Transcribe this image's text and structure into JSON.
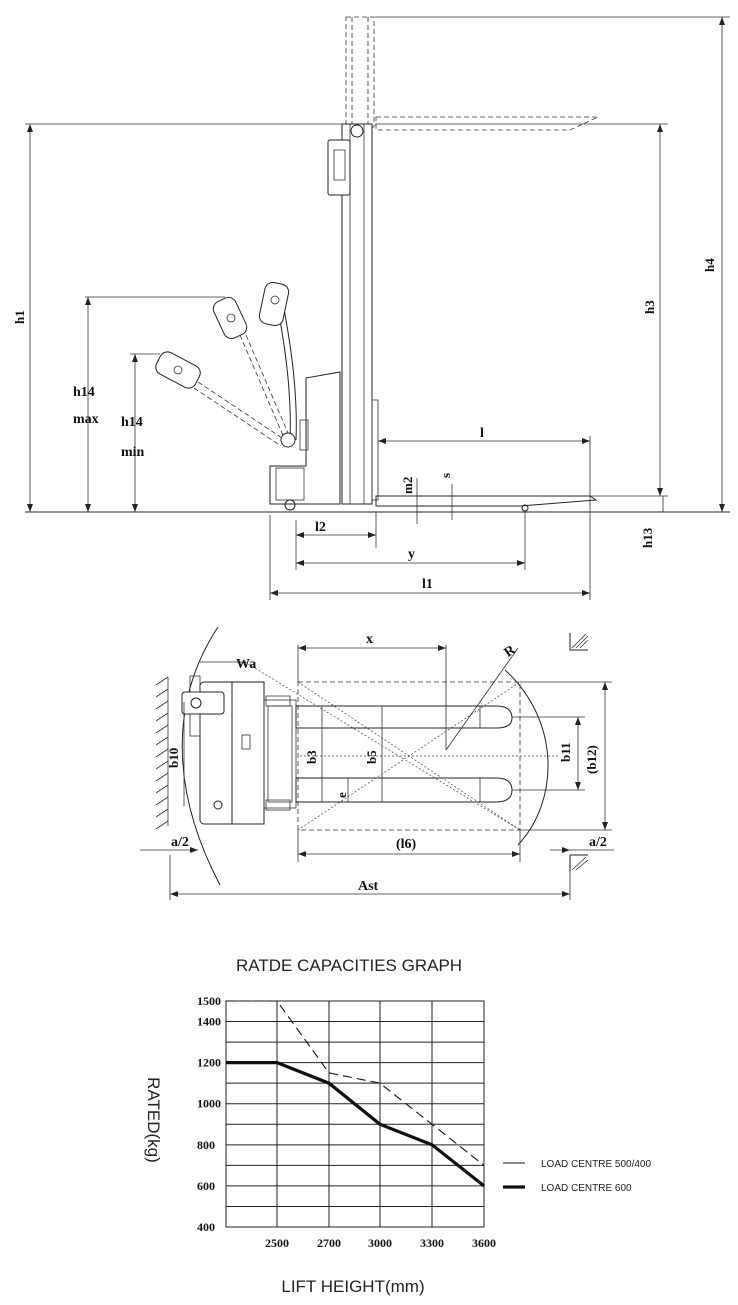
{
  "side_view": {
    "labels": {
      "h1": "h1",
      "h3": "h3",
      "h4": "h4",
      "h13": "h13",
      "h14_max_a": "h14",
      "h14_max_b": "max",
      "h14_min_a": "h14",
      "h14_min_b": "min",
      "l": "l",
      "l1": "l1",
      "l2": "l2",
      "y": "y",
      "m2": "m2",
      "s": "s"
    }
  },
  "top_view": {
    "labels": {
      "wa": "Wa",
      "x": "x",
      "r": "R",
      "b3": "b3",
      "b5": "b5",
      "b10": "b10",
      "b11": "b11",
      "b12": "(b12)",
      "e": "e",
      "l6": "(l6)",
      "a2_left": "a/2",
      "a2_right": "a/2",
      "ast": "Ast"
    }
  },
  "chart_data": {
    "type": "line",
    "title": "RATDE CAPACITIES GRAPH",
    "xlabel": "LIFT HEIGHT(mm)",
    "ylabel": "RATED(kg)",
    "x_ticks": [
      "2500",
      "2700",
      "3000",
      "3300",
      "3600"
    ],
    "y_ticks": [
      "1500",
      "1400",
      "1200",
      "1000",
      "800",
      "600",
      "400"
    ],
    "xlim": [
      2200,
      3600
    ],
    "ylim": [
      400,
      1500
    ],
    "series": [
      {
        "name": "LOAD CENTRE 500/400",
        "style": "dashed",
        "points": [
          [
            2200,
            1500
          ],
          [
            2500,
            1500
          ],
          [
            2700,
            1150
          ],
          [
            3000,
            1100
          ],
          [
            3600,
            700
          ]
        ]
      },
      {
        "name": "LOAD CENTRE 600",
        "style": "solid-bold",
        "points": [
          [
            2200,
            1200
          ],
          [
            2500,
            1200
          ],
          [
            2700,
            1100
          ],
          [
            3000,
            900
          ],
          [
            3300,
            800
          ],
          [
            3600,
            600
          ]
        ]
      }
    ],
    "legend_position": "right"
  }
}
